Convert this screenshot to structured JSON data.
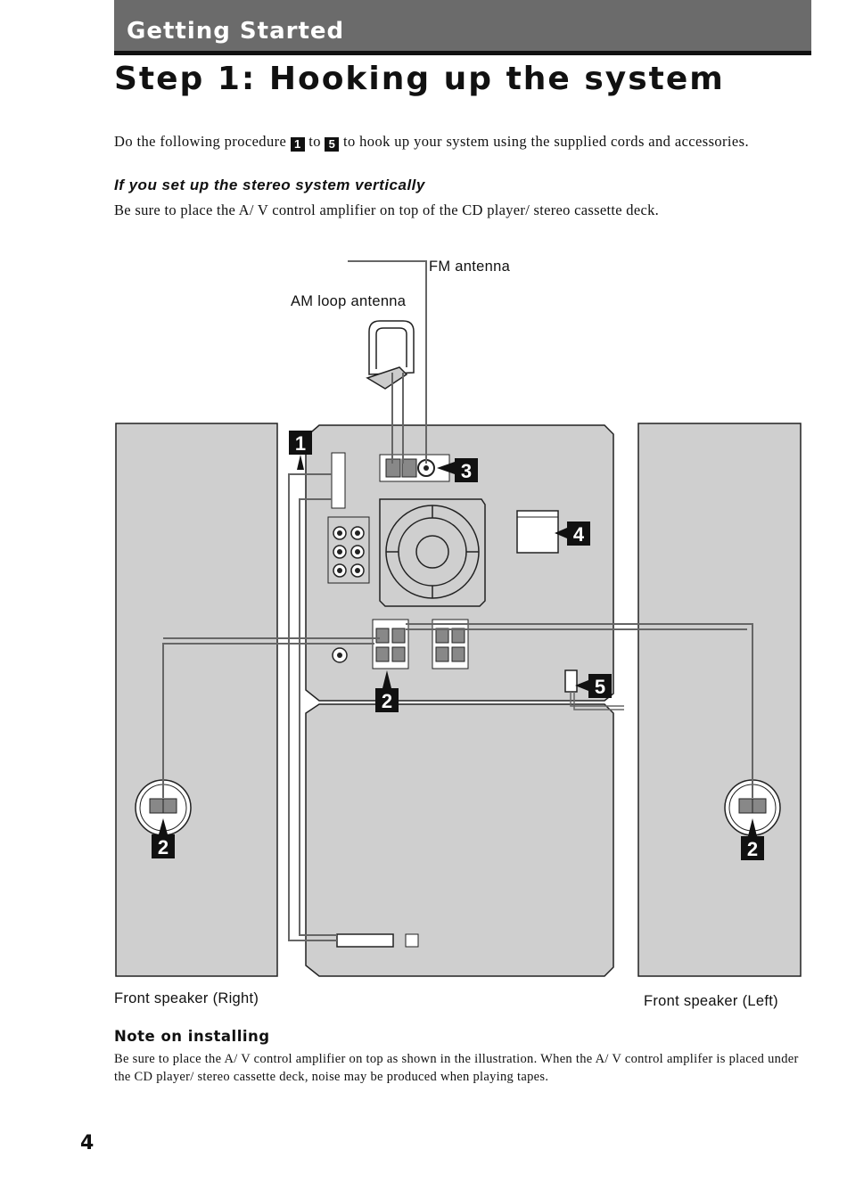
{
  "section_header": "Getting Started",
  "title": "Step 1: Hooking up the system",
  "intro": {
    "before": "Do the following procedure",
    "first_step": "1",
    "middle": "to",
    "last_step": "5",
    "after": "to hook up your system using the supplied cords and accessories."
  },
  "vertical_setup": {
    "heading": "If you set up the stereo system vertically",
    "text": "Be sure to place the A/ V control amplifier on top of the CD player/ stereo cassette deck."
  },
  "diagram": {
    "fm_antenna": "FM antenna",
    "am_antenna": "AM loop antenna",
    "speaker_right": "Front speaker (Right)",
    "speaker_left": "Front speaker (Left)",
    "markers": [
      "1",
      "2",
      "3",
      "4",
      "5",
      "2",
      "2"
    ]
  },
  "note": {
    "heading": "Note on installing",
    "text": "Be sure to place the A/ V control amplifier on top as shown in the illustration. When the A/ V control amplifer is placed under the CD player/ stereo cassette deck, noise may be produced when playing tapes."
  },
  "page_number": "4"
}
